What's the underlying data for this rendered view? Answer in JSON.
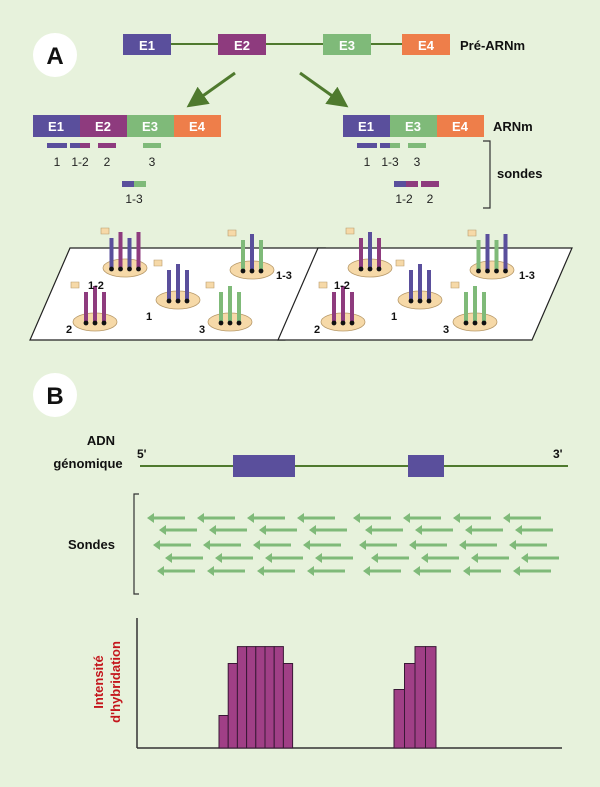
{
  "colors": {
    "background": "#e7f2dc",
    "E1": "#5a4f9c",
    "E2": "#8e3b7e",
    "E3": "#7fba79",
    "E4": "#ee7e4a",
    "backbone": "#4f7a2e",
    "probe_arrow": "#7fba79",
    "bar_fill": "#a03f86",
    "axis_label_red": "#c4161c"
  },
  "panel_a": {
    "badge": "A",
    "pre_mrna_label": "Pré-ARNm",
    "mrna_label": "ARNm",
    "probes_label": "sondes",
    "exons": [
      "E1",
      "E2",
      "E3",
      "E4"
    ],
    "left_isoform": {
      "exons": [
        "E1",
        "E2",
        "E3",
        "E4"
      ],
      "probe_labels": [
        "1",
        "1-2",
        "2",
        "3",
        "1-3"
      ]
    },
    "right_isoform": {
      "exons": [
        "E1",
        "E3",
        "E4"
      ],
      "probe_labels": [
        "1",
        "1-3",
        "3",
        "1-2",
        "2"
      ]
    },
    "left_chip_labels": [
      "1-2",
      "1-3",
      "2",
      "1",
      "3"
    ],
    "right_chip_labels": [
      "1-2",
      "1-3",
      "2",
      "1",
      "3"
    ]
  },
  "panel_b": {
    "badge": "B",
    "dna_label_line1": "ADN",
    "dna_label_line2": "génomique",
    "five_prime": "5'",
    "three_prime": "3'",
    "probes_label": "Sondes",
    "intensity_label_line1": "Intensité",
    "intensity_label_line2": "d'hybridation",
    "profile_group1": [
      0.25,
      0.65,
      0.78,
      0.78,
      0.78,
      0.78,
      0.78,
      0.65
    ],
    "profile_group2": [
      0.45,
      0.65,
      0.78,
      0.78
    ]
  }
}
